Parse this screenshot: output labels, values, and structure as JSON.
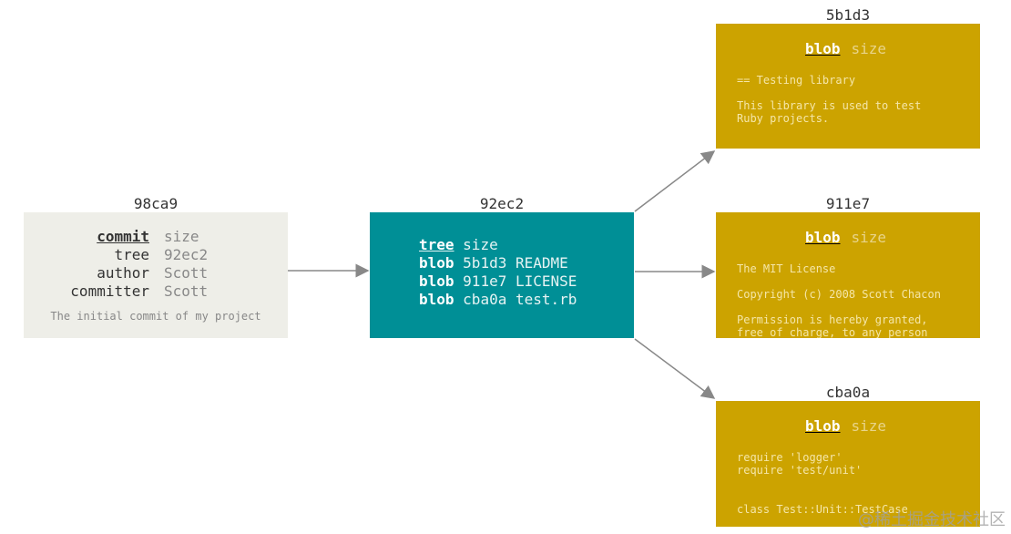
{
  "commit": {
    "id": "98ca9",
    "type": "commit",
    "size": "size",
    "fields": [
      {
        "key": "tree",
        "value": "92ec2"
      },
      {
        "key": "author",
        "value": "Scott"
      },
      {
        "key": "committer",
        "value": "Scott"
      }
    ],
    "message": "The initial commit of my project"
  },
  "tree": {
    "id": "92ec2",
    "type": "tree",
    "size": "size",
    "entries": [
      {
        "type": "blob",
        "hash": "5b1d3",
        "name": "README"
      },
      {
        "type": "blob",
        "hash": "911e7",
        "name": "LICENSE"
      },
      {
        "type": "blob",
        "hash": "cba0a",
        "name": "test.rb"
      }
    ]
  },
  "blobs": [
    {
      "id": "5b1d3",
      "type": "blob",
      "size": "size",
      "lines": [
        "== Testing library",
        "",
        "This library is used to test",
        "Ruby projects."
      ]
    },
    {
      "id": "911e7",
      "type": "blob",
      "size": "size",
      "lines": [
        "The MIT License",
        "",
        "Copyright (c) 2008 Scott Chacon",
        "",
        "Permission is hereby granted,",
        "free of charge, to any person"
      ]
    },
    {
      "id": "cba0a",
      "type": "blob",
      "size": "size",
      "lines": [
        "require 'logger'",
        "require 'test/unit'",
        "",
        "",
        "class Test::Unit::TestCase"
      ]
    }
  ],
  "colors": {
    "commit": "#eeeee8",
    "tree": "#008f96",
    "blob": "#cca300"
  },
  "watermark": "@稀土掘金技术社区"
}
